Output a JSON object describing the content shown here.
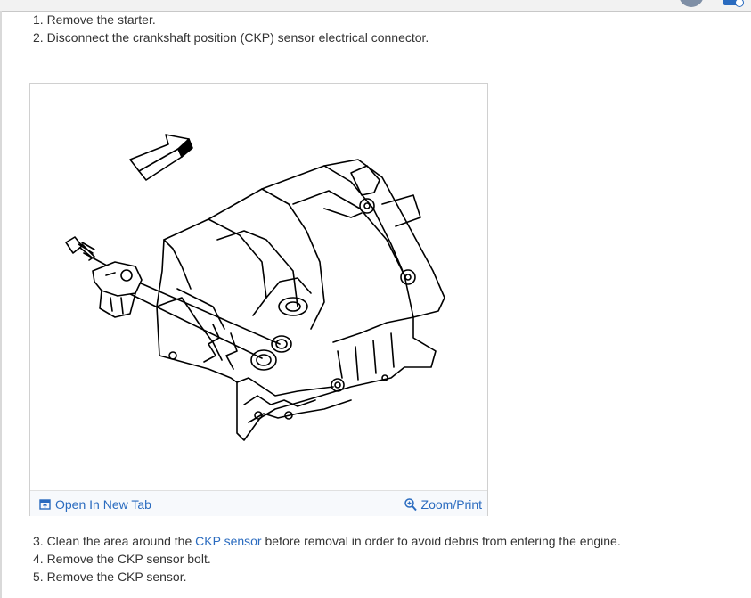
{
  "steps_top": [
    "1. Remove the starter.",
    "2. Disconnect the crankshaft position (CKP) sensor electrical connector."
  ],
  "figure": {
    "open_tab_label": "Open In New Tab",
    "zoom_label": "Zoom/Print",
    "open_tab_icon": "open-in-new-tab-icon",
    "zoom_icon": "magnifier-zoom-icon"
  },
  "steps_bottom": {
    "step3_prefix": "3. Clean the area around the ",
    "step3_link": "CKP sensor",
    "step3_suffix": " before removal in order to avoid debris from entering the engine.",
    "step4": "4. Remove the CKP sensor bolt.",
    "step5": "5. Remove the CKP sensor."
  },
  "colors": {
    "link": "#2a6bbf",
    "text": "#333333",
    "drawing": "#000000"
  }
}
